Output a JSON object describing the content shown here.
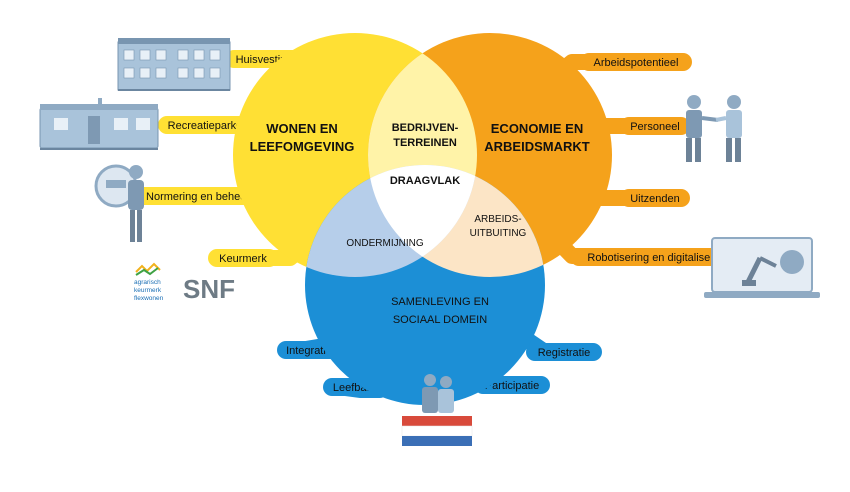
{
  "colors": {
    "yellow": "#FFE034",
    "orange": "#F5A21B",
    "blue": "#1C8FD6",
    "center_white": "#FFFFFF",
    "overlap_yellow_orange": "#FFF3A8",
    "overlap_orange_blue": "#FCE5C6",
    "overlap_yellow_blue": "#B6CEEA",
    "dark_text": "#111111",
    "icon_gray": "#9DB3C8",
    "icon_dark": "#6D8297"
  },
  "circles": {
    "housing": {
      "line1": "WONEN EN",
      "line2": "LEEFOMGEVING"
    },
    "economy": {
      "line1": "ECONOMIE EN",
      "line2": "ARBEIDSMARKT"
    },
    "society": {
      "line1": "SAMENLEVING EN",
      "line2": "SOCIAAL DOMEIN"
    }
  },
  "overlaps": {
    "industrial_sites": {
      "line1": "BEDRIJVEN-",
      "line2": "TERREINEN"
    },
    "center": "DRAAGVLAK",
    "exploitation": {
      "line1": "ARBEIDS-",
      "line2": "UITBUITING"
    },
    "undermining": "ONDERMIJNING"
  },
  "labels": {
    "housing": [
      "Huisvesting",
      "Recreatieparken",
      "Normering  en beheer",
      "Keurmerk"
    ],
    "economy": [
      "Arbeidspotentieel",
      "Personeel",
      "Uitzenden",
      "Robotisering en digitalisering"
    ],
    "society": [
      "Integratie",
      "Leefbaarheid",
      "Participatie",
      "Registratie"
    ]
  },
  "icons": [
    "building-icon",
    "mobile-home-icon",
    "meter-inspector-icon",
    "agrarisch-logo",
    "snf-logo",
    "workers-icon",
    "robot-laptop-icon",
    "people-flag-icon"
  ],
  "logos": {
    "agrarisch": [
      "agrarisch",
      "keurmerk",
      "flexwonen"
    ],
    "snf": "SNF"
  }
}
